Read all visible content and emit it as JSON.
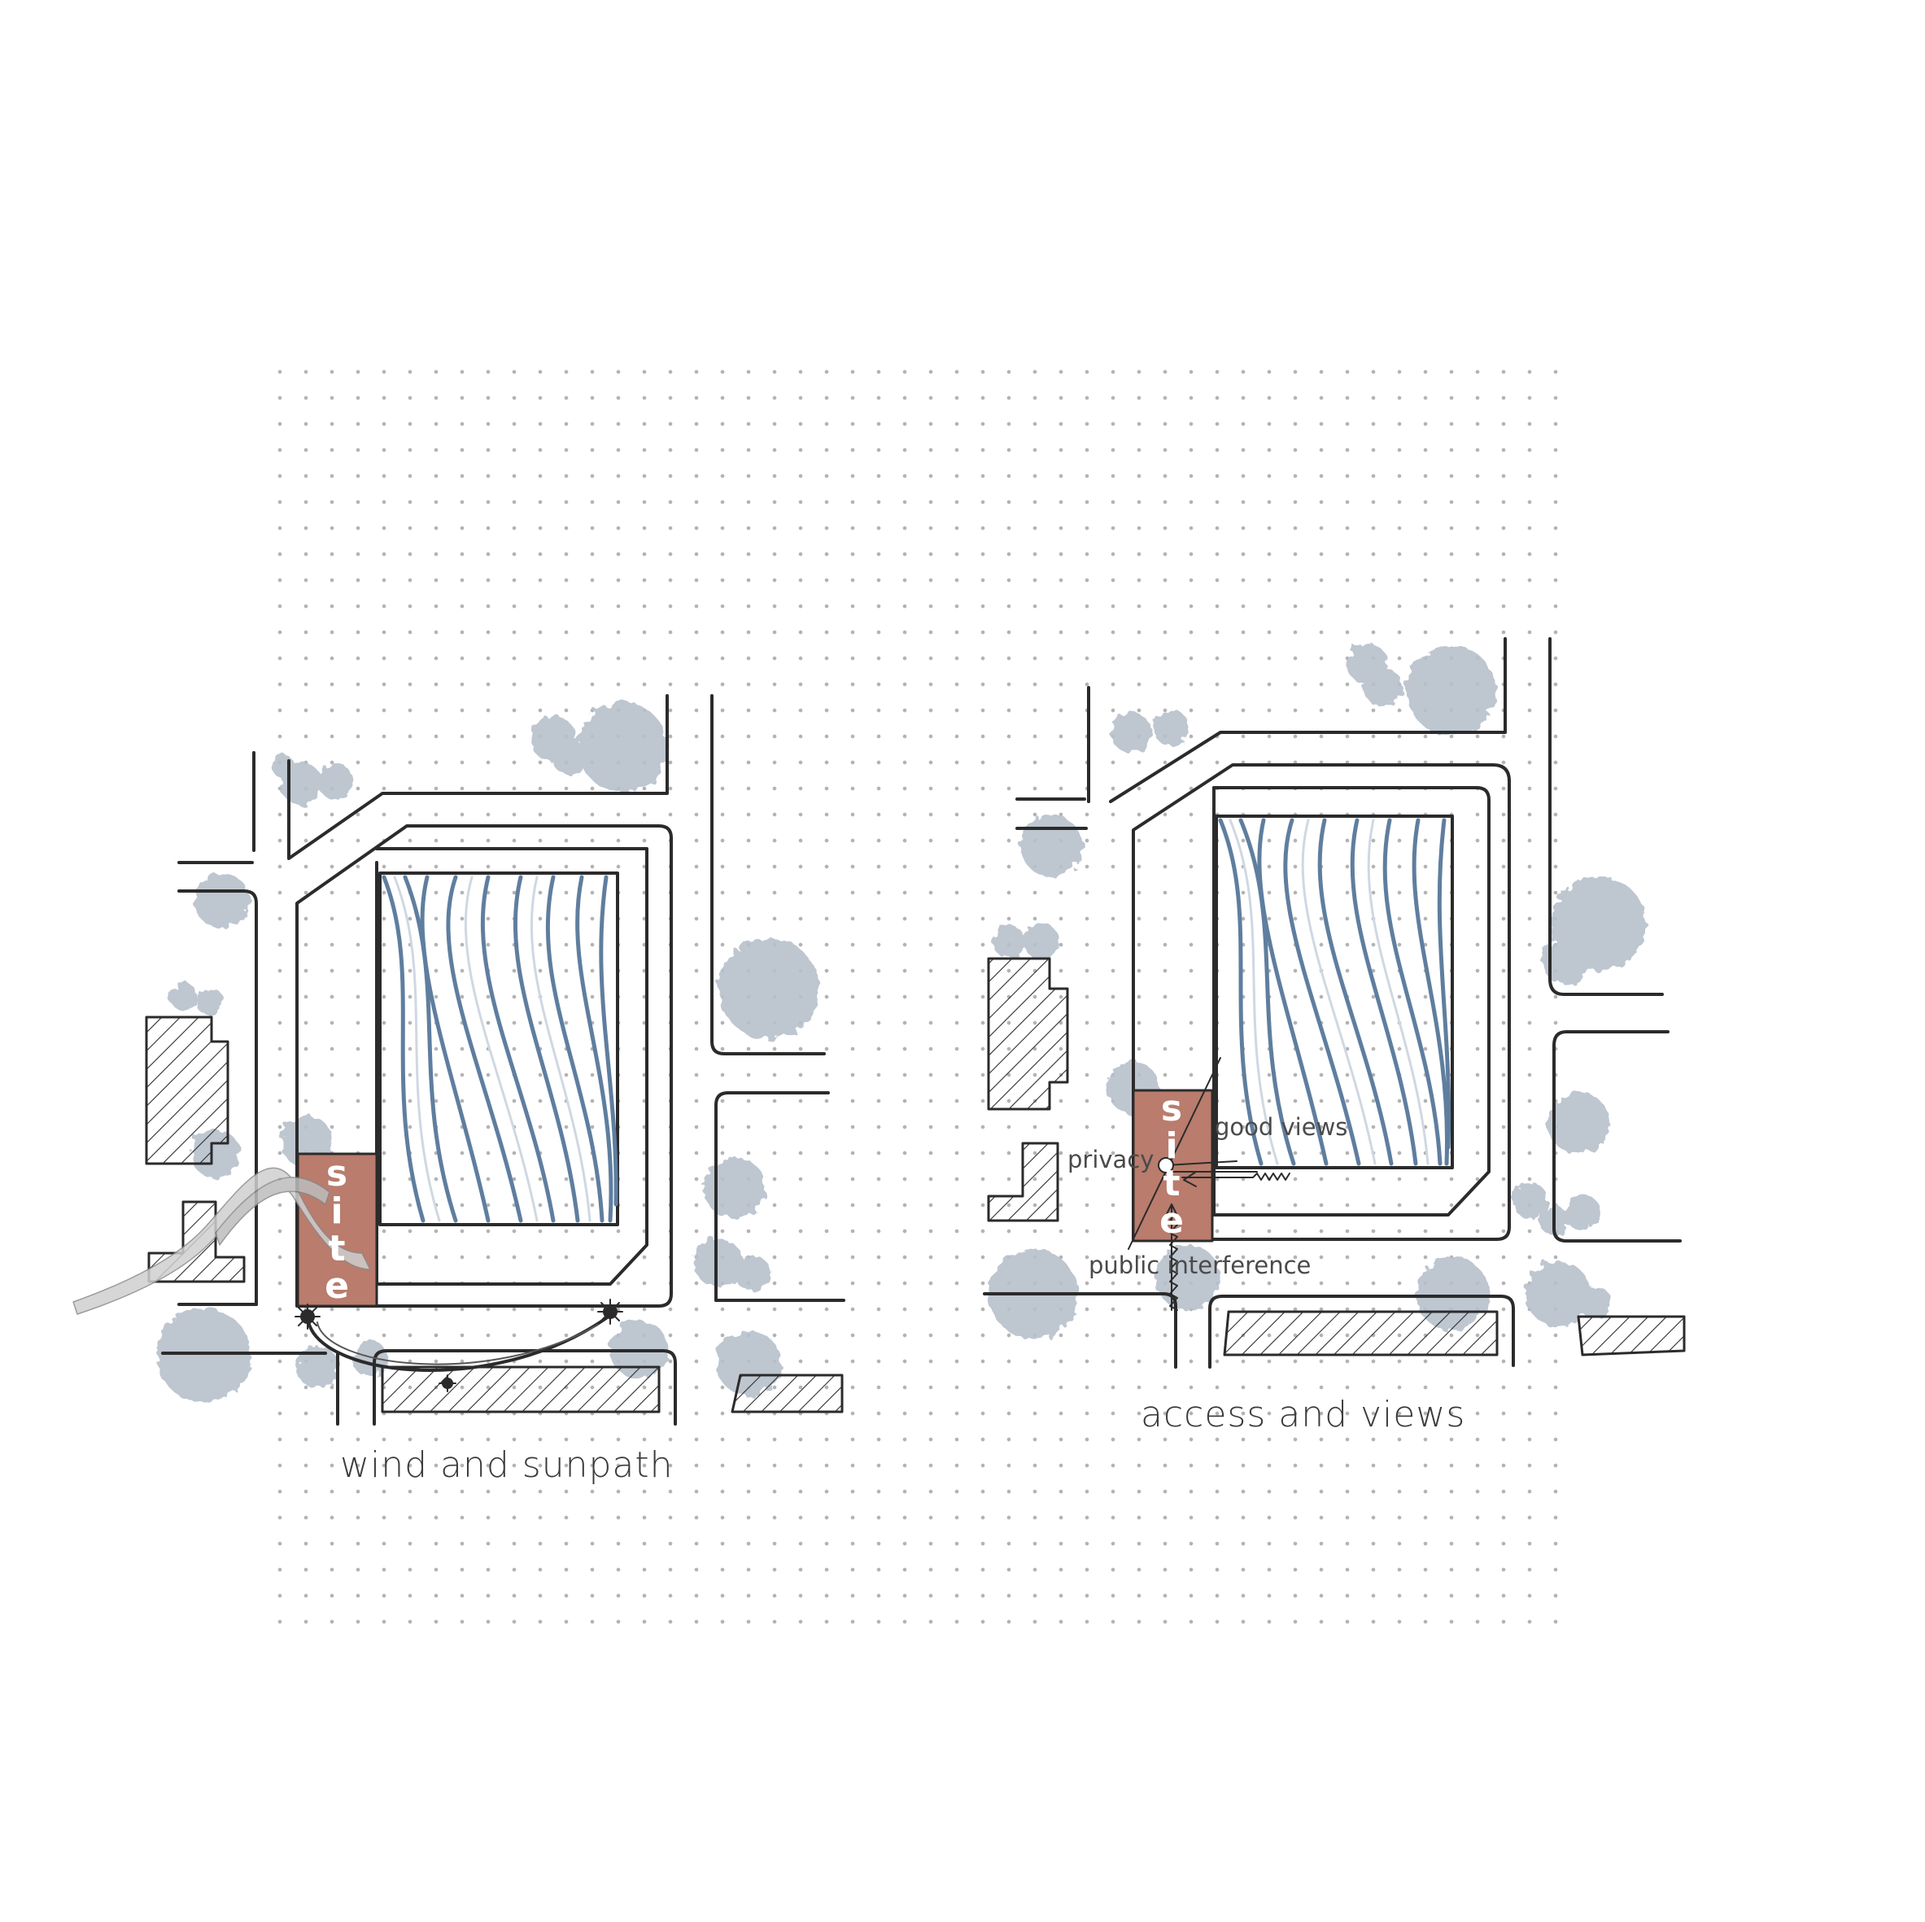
{
  "panels": [
    {
      "id": "left",
      "caption": "wind and sunpath",
      "site_label": [
        "s",
        "i",
        "t",
        "e"
      ]
    },
    {
      "id": "right",
      "caption": "access and views",
      "site_label": [
        "s",
        "i",
        "t",
        "e"
      ],
      "annotations": {
        "good_views": "good views",
        "privacy": "privacy",
        "public_interference": "public interference"
      }
    }
  ],
  "colors": {
    "site_fill": "#b97c6d",
    "water_stroke": "#5f7e9f",
    "tree_fill": "#b7c0cc",
    "road_stroke": "#2b2b2b",
    "dot_grid": "#b3b3b3"
  },
  "icons": [
    "tree-icon",
    "sun-icon",
    "wind-ribbon-icon",
    "hatched-building-icon"
  ]
}
